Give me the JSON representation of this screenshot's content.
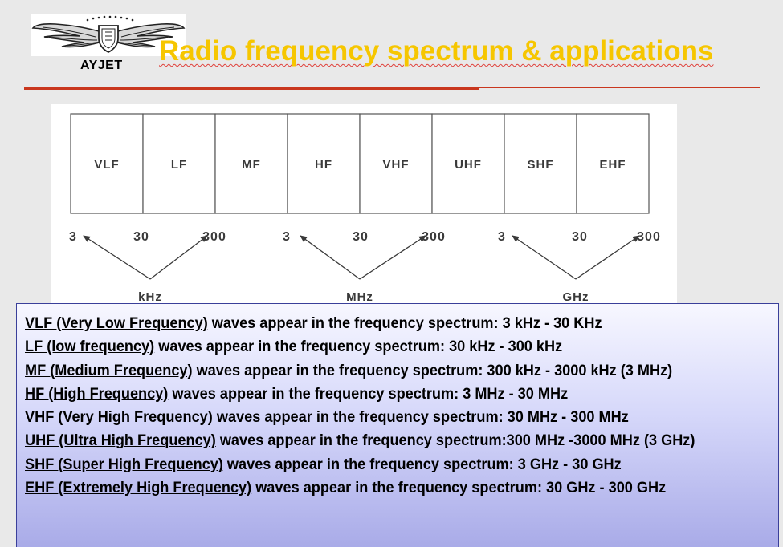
{
  "header": {
    "logo_text": "AYJET",
    "title": "Radio frequency spectrum &  applications"
  },
  "diagram": {
    "bands": [
      "VLF",
      "LF",
      "MF",
      "HF",
      "VHF",
      "UHF",
      "SHF",
      "EHF"
    ],
    "ticks": [
      "3",
      "30",
      "300",
      "3",
      "30",
      "300",
      "3",
      "30",
      "300"
    ],
    "units": [
      "kHz",
      "MHz",
      "GHz"
    ]
  },
  "descriptions": [
    {
      "name": "VLF (Very Low Frequency)",
      "rest": " waves appear in the frequency spectrum: 3 kHz - 30 KHz"
    },
    {
      "name": "LF (low frequency)",
      "rest": " waves appear in the frequency spectrum:  30 kHz - 300 kHz"
    },
    {
      "name": "MF (Medium Frequency)",
      "rest": " waves appear in the frequency spectrum: 300 kHz - 3000 kHz (3 MHz)"
    },
    {
      "name": "HF (High Frequency)",
      "rest": " waves appear in the frequency spectrum: 3 MHz - 30 MHz"
    },
    {
      "name": "VHF (Very High Frequency)",
      "rest": " waves appear in the frequency spectrum: 30 MHz - 300 MHz"
    },
    {
      "name": "UHF (Ultra High Frequency)",
      "rest": " waves appear in the frequency spectrum:300 MHz -3000 MHz (3 GHz)"
    },
    {
      "name": "SHF (Super High Frequency)",
      "rest": " waves appear in the frequency spectrum: 3 GHz - 30 GHz"
    },
    {
      "name": "EHF (Extremely High Frequency)",
      "rest": " waves appear in the frequency spectrum: 30 GHz - 300 GHz"
    }
  ],
  "colors": {
    "title": "#f6c600",
    "rule": "#c9371e",
    "panel_border": "#3a3f9a"
  }
}
